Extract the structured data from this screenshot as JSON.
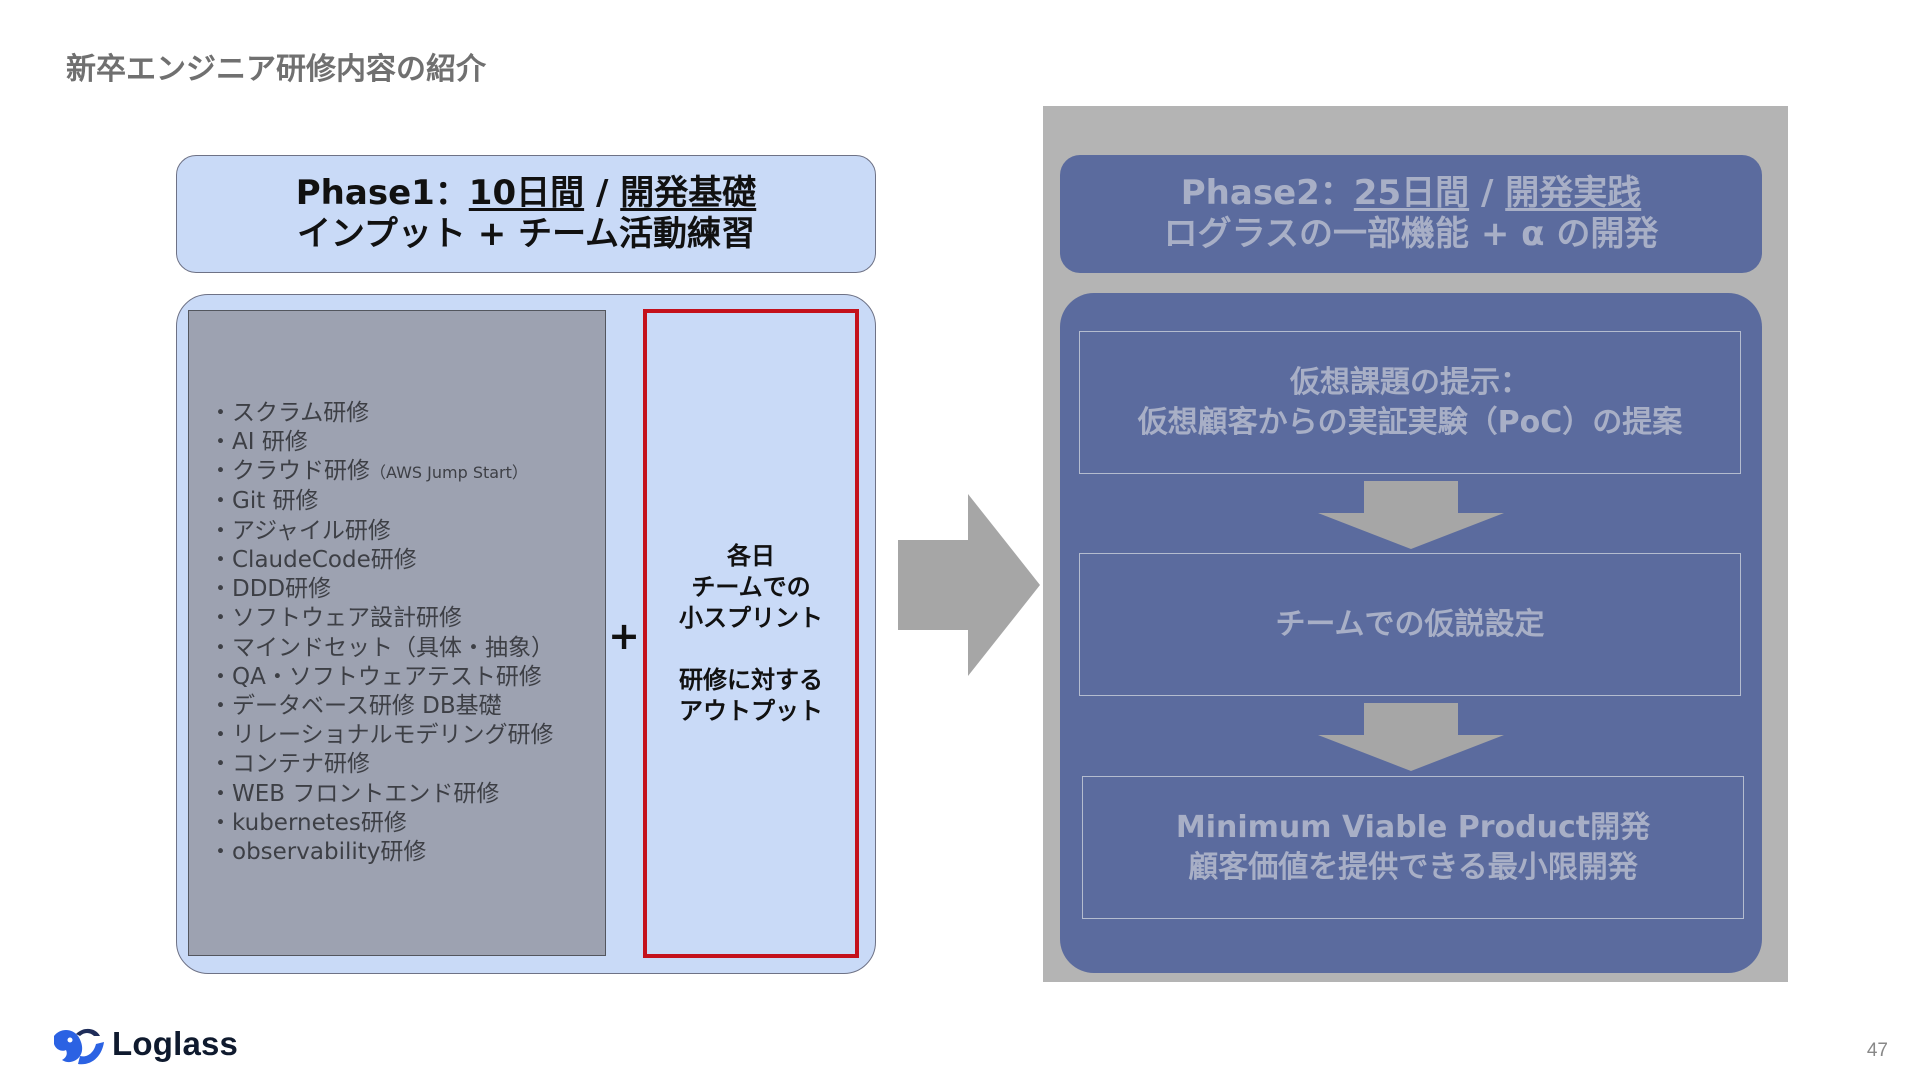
{
  "slide_title": "新卒エンジニア研修内容の紹介",
  "phase1": {
    "label": "Phase1：",
    "duration": "10日間",
    "separator": " / ",
    "theme": "開発基礎",
    "subtitle": "インプット + チーム活動練習",
    "trainings": [
      "・スクラム研修",
      "・AI 研修",
      "・クラウド研修",
      "・Git 研修",
      "・アジャイル研修",
      "・ClaudeCode研修",
      "・DDD研修",
      "・ソフトウェア設計研修",
      "・マインドセット（具体・抽象）",
      "・QA・ソフトウェアテスト研修",
      "・データベース研修 DB基礎",
      "・リレーショナルモデリング研修",
      "・コンテナ研修",
      "・WEB フロントエンド研修",
      "・kubernetes研修",
      "・observability研修"
    ],
    "cloud_note": "（AWS Jump Start）",
    "plus": "+",
    "output_lines_1": [
      "各日",
      "チームでの",
      "小スプリント"
    ],
    "output_lines_2": [
      "研修に対する",
      "アウトプット"
    ]
  },
  "phase2": {
    "label": "Phase2：",
    "duration": "25日間",
    "separator": " / ",
    "theme": "開発実践",
    "subtitle": "ログラスの一部機能 + α の開発",
    "steps": [
      {
        "line1": "仮想課題の提示：",
        "line2": "仮想顧客からの実証実験（PoC）の提案"
      },
      {
        "line1": "チームでの仮説設定",
        "line2": ""
      },
      {
        "line1": "Minimum Viable Product開発",
        "line2": "顧客価値を提供できる最小限開発"
      }
    ]
  },
  "footer": {
    "logo_text": "Loglass",
    "page_number": "47"
  },
  "colors": {
    "phase1_fill": "#c9daf7",
    "list_box_fill": "#9da2b1",
    "highlight_border": "#c4111c",
    "phase2_fill": "#5b6b9e",
    "phase2_text": "#a8afc6",
    "backdrop": "#b4b4b4",
    "arrow": "#a6a6a6",
    "logo_blue": "#2b62e3"
  }
}
